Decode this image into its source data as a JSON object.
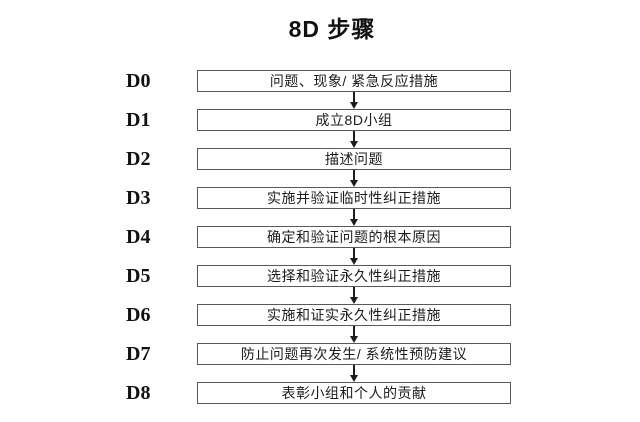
{
  "title": "8D 步骤",
  "colors": {
    "background": "#ffffff",
    "box_border": "#595959",
    "text": "#1c1c1c",
    "arrow": "#1c1c1c"
  },
  "steps": [
    {
      "label": "D0",
      "text": "问题、现象/ 紧急反应措施"
    },
    {
      "label": "D1",
      "text": "成立8D小组"
    },
    {
      "label": "D2",
      "text": "描述问题"
    },
    {
      "label": "D3",
      "text": "实施并验证临时性纠正措施"
    },
    {
      "label": "D4",
      "text": "确定和验证问题的根本原因"
    },
    {
      "label": "D5",
      "text": "选择和验证永久性纠正措施"
    },
    {
      "label": "D6",
      "text": "实施和证实永久性纠正措施"
    },
    {
      "label": "D7",
      "text": "防止问题再次发生/ 系统性预防建议"
    },
    {
      "label": "D8",
      "text": "表彰小组和个人的贡献"
    }
  ]
}
